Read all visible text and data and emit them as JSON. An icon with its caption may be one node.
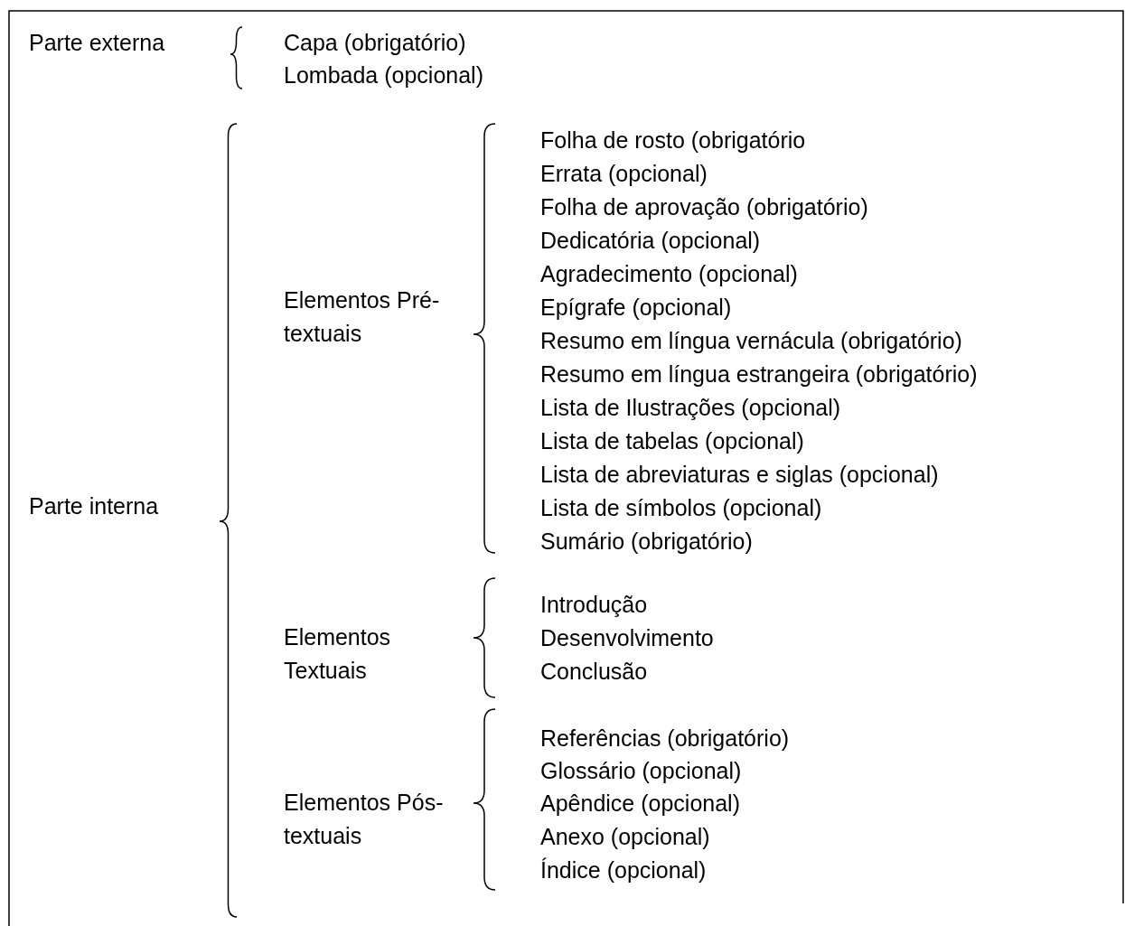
{
  "diagram": {
    "labels": [
      "Parte externa",
      "Capa (obrigatório)",
      "Lombada (opcional)",
      "Parte interna",
      "Elementos Pré-textuais",
      "Folha de rosto (obrigatório",
      "Errata (opcional)",
      "Folha de aprovação (obrigatório)",
      "Dedicatória (opcional)",
      "Agradecimento (opcional)",
      "Epígrafe (opcional)",
      "Resumo em língua vernácula (obrigatório)",
      "Resumo em língua estrangeira (obrigatório)",
      "Lista de Ilustrações (opcional)",
      "Lista de tabelas (opcional)",
      "Lista de abreviaturas e siglas (opcional)",
      "Lista de símbolos (opcional)",
      "Sumário (obrigatório)",
      "Elementos Textuais",
      "Introdução",
      "Desenvolvimento",
      "Conclusão",
      "Elementos Pós-textuais",
      "Referências (obrigatório)",
      "Glossário (opcional)",
      "Apêndice (opcional)",
      "Anexo (opcional)",
      "Índice (opcional)"
    ]
  }
}
